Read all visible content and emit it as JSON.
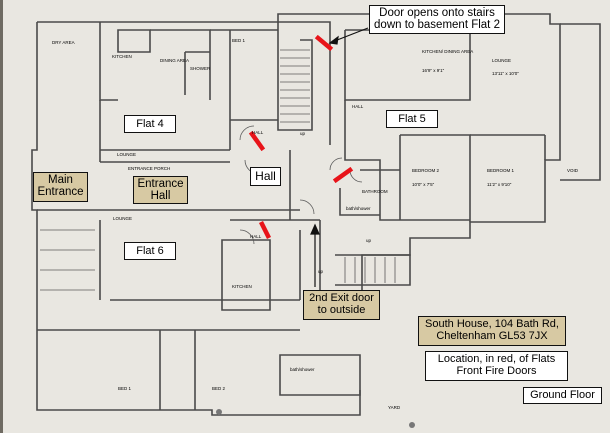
{
  "callouts": {
    "basement_door": "Door opens onto stairs down to basement Flat 2",
    "flat4": "Flat 4",
    "flat5": "Flat 5",
    "flat6": "Flat 6",
    "hall": "Hall",
    "main_entrance": "Main Entrance",
    "entrance_hall": "Entrance Hall",
    "second_exit": "2nd Exit door to outside",
    "address": "South House, 104 Bath Rd, Cheltenham GL53 7JX",
    "legend": "Location, in red, of Flats Front Fire Doors",
    "floor": "Ground Floor"
  },
  "room_labels": {
    "dry_area": "DRY AREA",
    "kitchen_tl": "KITCHEN",
    "dining_area": "DINING AREA",
    "shower_tl": "SHOWER",
    "bed1_tl": "BED 1",
    "lounge_f4": "LOUNGE",
    "entrance_porch": "ENTRANCE PORCH",
    "lounge_f6": "LOUNGE",
    "kitchen_dining": "KITCHEN/ DINING AREA",
    "kd_dims": "16'9\" x 9'1\"",
    "lounge_f5": "LOUNGE",
    "lounge_dims": "13'11\" x 10'0\"",
    "hall_f5": "HALL",
    "bedroom2": "BEDROOM 2",
    "bedroom2_dims": "10'0\" x 7'5\"",
    "bedroom1": "BEDROOM 1",
    "bedroom1_dims": "11'2\" x 9'10\"",
    "bathroom": "BATHROOM",
    "bath_shower_mid": "bath/shower",
    "hall_small_top": "HALL",
    "hall_small_bottom": "HALL",
    "kitchen_f6": "KITCHEN",
    "bath_shower_bottom": "bath/shower",
    "bed1_bottom": "BED 1",
    "bed2_bottom": "BED 2",
    "yard": "YARD",
    "void": "VOID",
    "up1": "up",
    "up2": "up",
    "up3": "up"
  },
  "colors": {
    "fire_door": "#e8141a",
    "paper": "#eeece6",
    "callout_tan": "#d7c9a3"
  }
}
